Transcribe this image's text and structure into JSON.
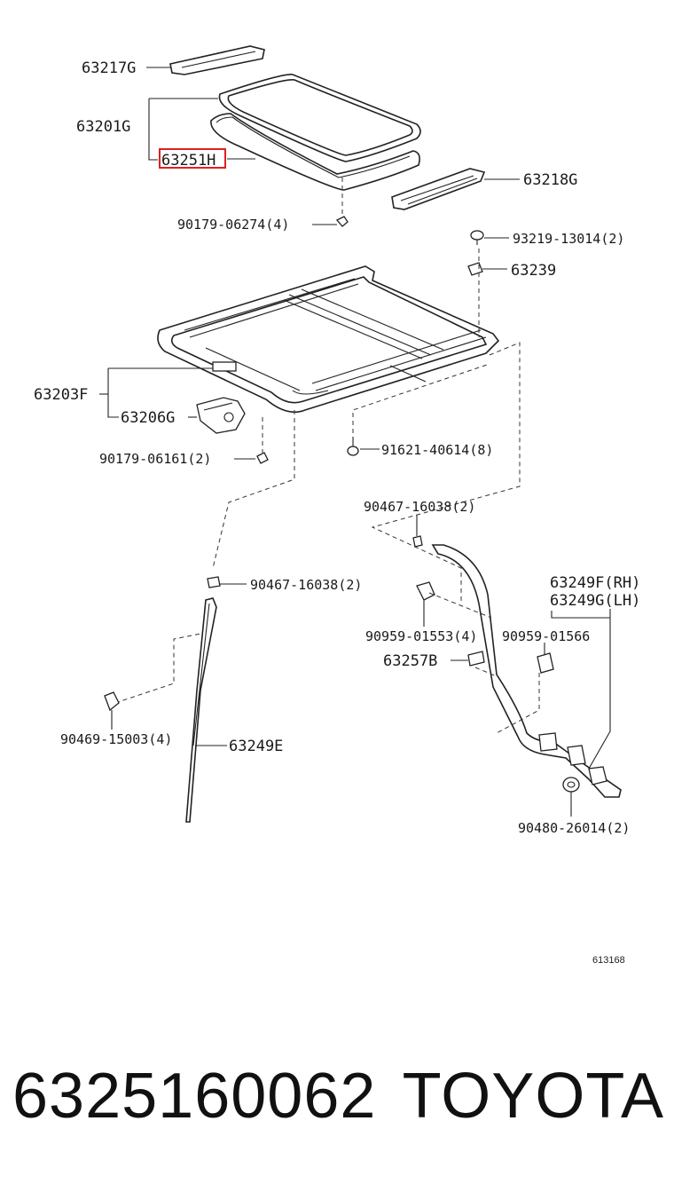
{
  "labels": {
    "p63217G": "63217G",
    "p63201G": "63201G",
    "p63251H": "63251H",
    "p63218G": "63218G",
    "p90179_06274": "90179-06274(4)",
    "p93219": "93219-13014(2)",
    "p63239": "63239",
    "p63203F": "63203F",
    "p63206G": "63206G",
    "p90179_06161": "90179-06161(2)",
    "p91621": "91621-40614(8)",
    "p90467_a": "90467-16038(2)",
    "p90467_b": "90467-16038(2)",
    "p63249F": "63249F(RH)",
    "p63249G": "63249G(LH)",
    "p90959_01553": "90959-01553(4)",
    "p90959_01566": "90959-01566",
    "p63257B": "63257B",
    "p90469": "90469-15003(4)",
    "p63249E": "63249E",
    "p90480": "90480-26014(2)",
    "ref": "613168"
  },
  "highlight_color": "#e02020",
  "footer": {
    "part_number": "6325160062",
    "brand": "TOYOTA"
  }
}
